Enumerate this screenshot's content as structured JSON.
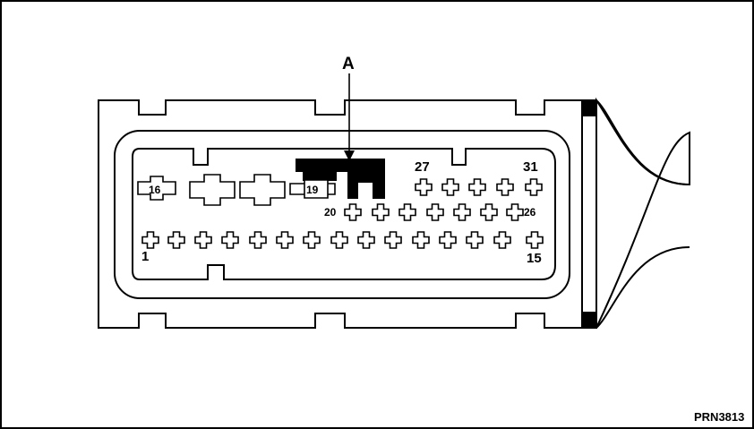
{
  "diagram": {
    "callout_label": "A",
    "reference_code": "PRN3813",
    "pin_labels": {
      "p1": "1",
      "p15": "15",
      "p16": "16",
      "p19": "19",
      "p20": "20",
      "p26": "26",
      "p27": "27",
      "p31": "31"
    }
  },
  "colors": {
    "ink": "#000000",
    "paper": "#ffffff"
  }
}
